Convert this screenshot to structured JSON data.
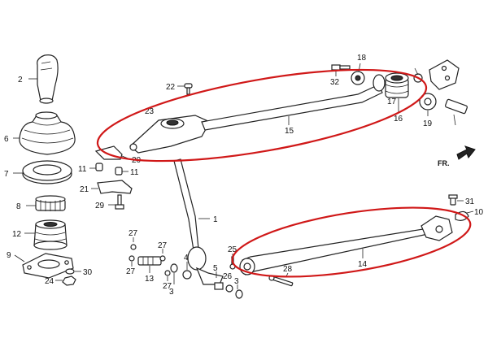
{
  "diagram": {
    "direction_label": "FR.",
    "callouts": {
      "c1": "1",
      "c2": "2",
      "c3a": "3",
      "c3b": "3",
      "c4": "4",
      "c5": "5",
      "c6": "6",
      "c7": "7",
      "c8": "8",
      "c9": "9",
      "c10": "10",
      "c11a": "11",
      "c11b": "11",
      "c12": "12",
      "c13": "13",
      "c14": "14",
      "c15": "15",
      "c16": "16",
      "c17": "17",
      "c18": "18",
      "c19": "19",
      "c20": "20",
      "c21": "21",
      "c22": "22",
      "c23": "23",
      "c24": "24",
      "c25": "25",
      "c26": "26",
      "c27a": "27",
      "c27b": "27",
      "c27c": "27",
      "c27d": "27",
      "c28": "28",
      "c29": "29",
      "c30": "30",
      "c31": "31",
      "c32": "32"
    },
    "highlight_color": "#d01818"
  }
}
